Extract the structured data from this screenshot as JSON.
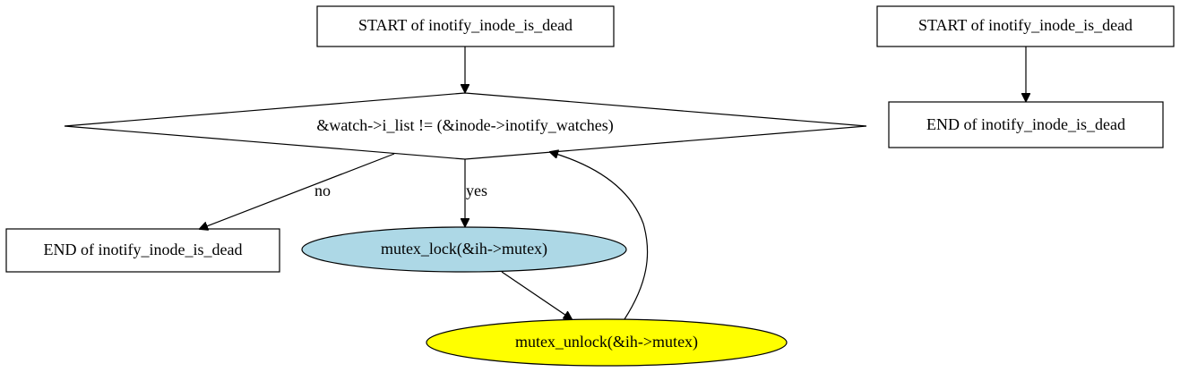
{
  "nodes": {
    "start_main": {
      "label": "START of inotify_inode_is_dead"
    },
    "decision": {
      "label": "&watch->i_list != (&inode->inotify_watches)"
    },
    "end_main": {
      "label": "END of inotify_inode_is_dead"
    },
    "mutex_lock": {
      "label": "mutex_lock(&ih->mutex)",
      "fill": "#add8e6"
    },
    "mutex_unlock": {
      "label": "mutex_unlock(&ih->mutex)",
      "fill": "#ffff00"
    },
    "start_secondary": {
      "label": "START of inotify_inode_is_dead"
    },
    "end_secondary": {
      "label": "END of inotify_inode_is_dead"
    }
  },
  "edges": {
    "no_label": "no",
    "yes_label": "yes"
  }
}
